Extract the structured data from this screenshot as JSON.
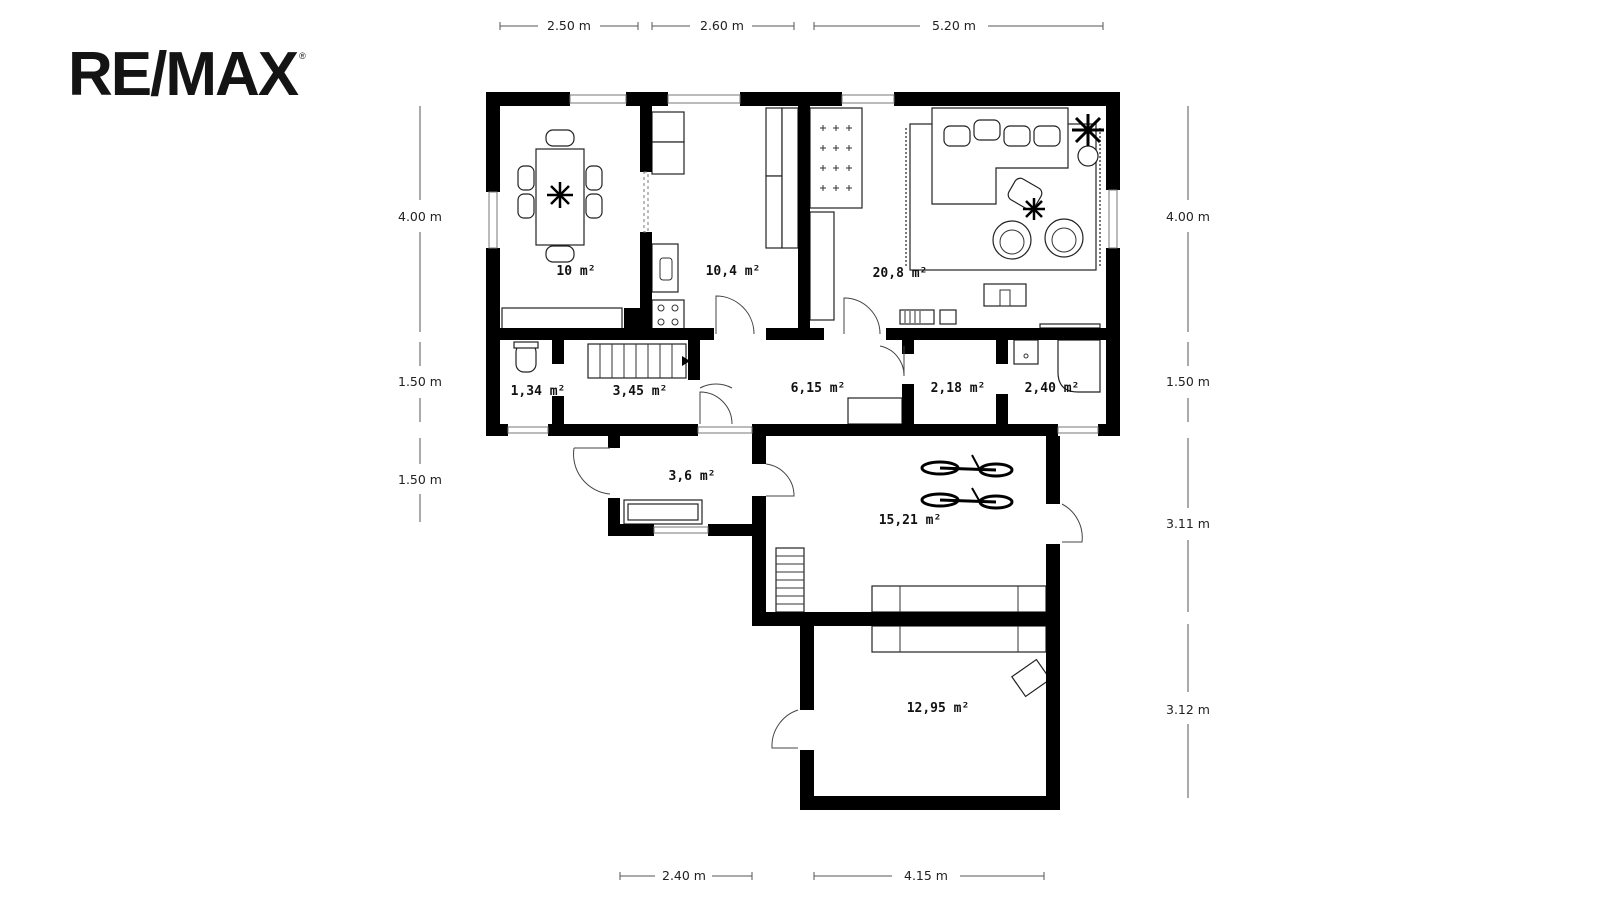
{
  "brand": {
    "name": "RE/MAX",
    "mark": "®"
  },
  "dimensions": {
    "top": [
      "2.50 m",
      "2.60 m",
      "5.20 m"
    ],
    "left": [
      "4.00 m",
      "1.50 m",
      "1.50 m"
    ],
    "right": [
      "4.00 m",
      "1.50 m",
      "3.11 m",
      "3.12 m"
    ],
    "bottom": [
      "2.40 m",
      "4.15 m"
    ]
  },
  "rooms": [
    {
      "id": "dining",
      "area": "10 m²"
    },
    {
      "id": "kitchen",
      "area": "10,4 m²"
    },
    {
      "id": "living",
      "area": "20,8 m²"
    },
    {
      "id": "wc",
      "area": "1,34 m²"
    },
    {
      "id": "stairs",
      "area": "3,45 m²"
    },
    {
      "id": "hall",
      "area": "6,15 m²"
    },
    {
      "id": "bath-1",
      "area": "2,18 m²"
    },
    {
      "id": "bath-2",
      "area": "2,40 m²"
    },
    {
      "id": "entrance",
      "area": "3,6 m²"
    },
    {
      "id": "garage",
      "area": "15,21 m²"
    },
    {
      "id": "storage",
      "area": "12,95 m²"
    }
  ]
}
